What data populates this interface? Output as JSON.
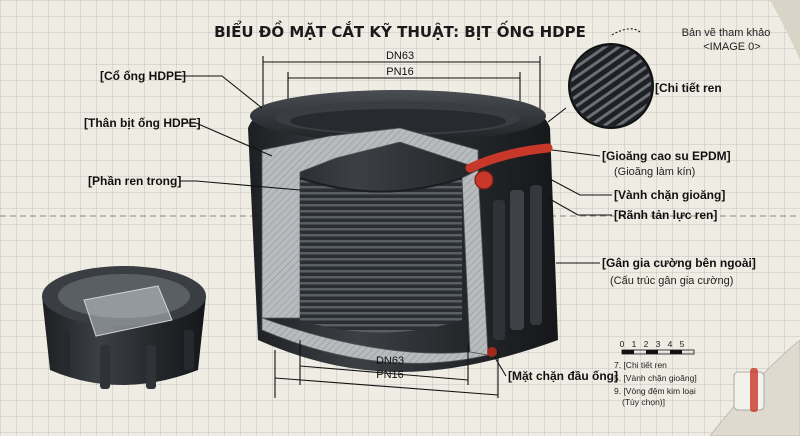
{
  "title": "BIỂU ĐỒ MẶT CẮT KỸ THUẬT: BỊT ỐNG HDPE",
  "reference": {
    "line1": "Bản vẽ tham khảo",
    "line2": "<IMAGE 0>"
  },
  "dimensions": {
    "top_outer": "DN63",
    "top_inner": "PN16",
    "bottom_outer": "DN63",
    "bottom_inner": "PN16"
  },
  "labels": {
    "neck": "[Cổ ống HDPE]",
    "body": "[Thân bịt ống HDPE]",
    "inner_thread": "[Phần ren trong]",
    "thread_detail": "[Chi tiết ren",
    "gasket": "[Gioăng cao su EPDM]",
    "gasket_sub": "(Gioăng làm kín)",
    "gasket_stop": "[Vành chặn gioăng]",
    "relief_groove": "[Rãnh tản lực ren]",
    "outer_rib": "[Gân gia cường bên ngoài]",
    "outer_rib_sub": "(Cấu trúc gân gia cường)",
    "end_stop": "[Mặt chặn đầu ống]"
  },
  "scale": {
    "ticks": [
      "0",
      "1",
      "2",
      "3",
      "4",
      "5"
    ]
  },
  "legend": [
    "7. [Chi tiết ren",
    "5. [Vành chặn gioăng]",
    "9. [Vòng đệm kim loại",
    "(Tùy chọn)]"
  ],
  "colors": {
    "gasket": "#c8382a",
    "body": "#2c2f33",
    "section": "#b9bcbf",
    "paper": "#efece3"
  }
}
